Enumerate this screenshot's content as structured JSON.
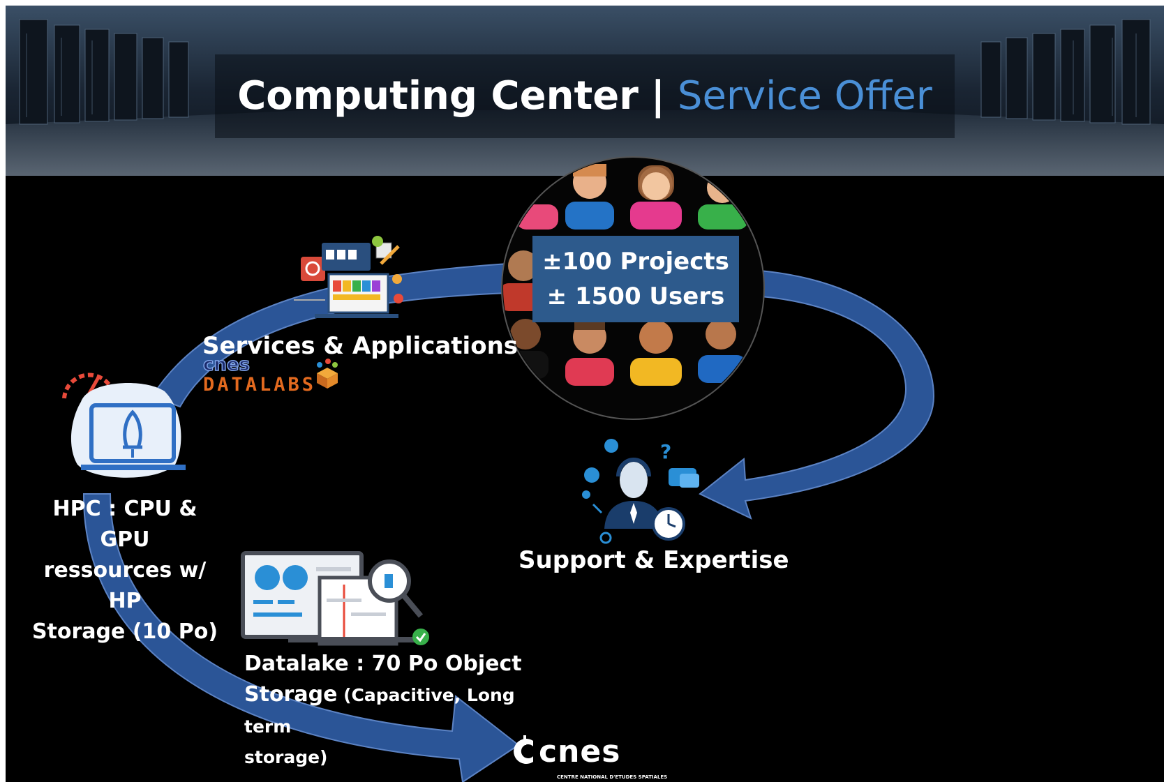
{
  "header": {
    "title_main": "Computing Center",
    "title_separator": "|",
    "title_sub": "Service Offer"
  },
  "users": {
    "line1": "±100 Projects",
    "line2": "± 1500 Users"
  },
  "services": {
    "label": "Services & Applications",
    "logo_cnes": "cnes",
    "logo_datalabs": "DATALABS"
  },
  "support": {
    "label": "Support & Expertise"
  },
  "hpc": {
    "line1": "HPC : CPU & GPU",
    "line2": "ressources w/ HP",
    "line3": "Storage (10 Po)"
  },
  "datalake": {
    "line1": "Datalake : 70 Po Object",
    "line2_large": "Storage",
    "line2_small": " (Capacitive, Long term",
    "line3": "storage)"
  },
  "logo": {
    "text": "cnes",
    "subtitle": "CENTRE NATIONAL D'ETUDES SPATIALES"
  },
  "colors": {
    "arrow": "#2b5597",
    "box": "#2d5a8c",
    "accent": "#4a8fd6",
    "background": "#000000"
  },
  "icons": [
    "speedometer-icon",
    "rocket-monitor-icon",
    "app-dashboard-icon",
    "support-agent-icon",
    "datalake-dashboard-icon",
    "users-avatar-icon"
  ]
}
